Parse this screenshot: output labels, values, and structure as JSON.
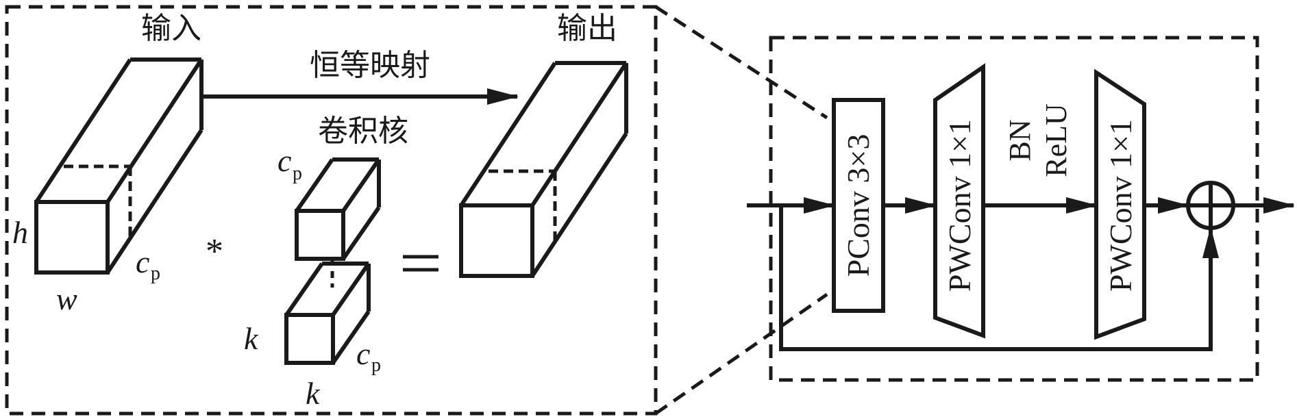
{
  "left_panel": {
    "input_label": "输入",
    "output_label": "输出",
    "identity_label": "恒等映射",
    "kernel_label": "卷积核",
    "dims": {
      "h": "h",
      "w": "w",
      "cp": "c",
      "cp_sub": "p",
      "k": "k"
    },
    "operator": "*",
    "equals": "="
  },
  "right_panel": {
    "pconv": "PConv 3×3",
    "pwconv1": "PWConv 1×1",
    "bn": "BN",
    "relu": "ReLU",
    "pwconv2": "PWConv 1×1"
  },
  "colors": {
    "stroke": "#1a1a1a",
    "background": "#ffffff"
  }
}
